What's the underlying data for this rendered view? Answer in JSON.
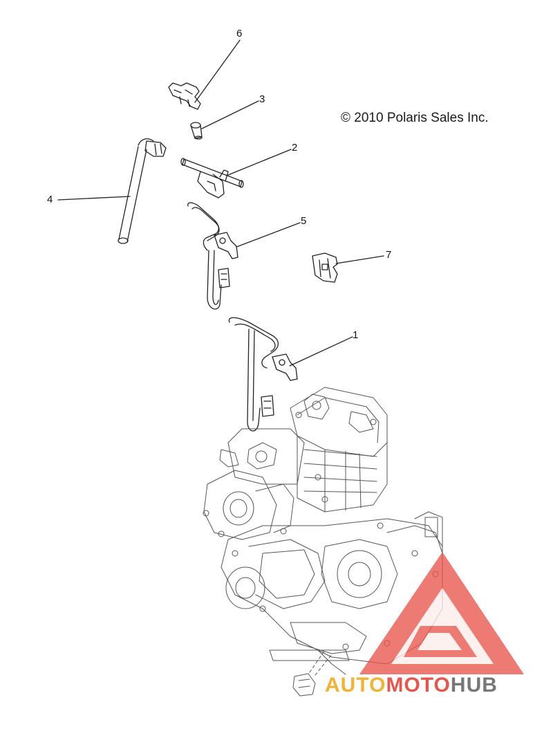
{
  "copyright": "© 2010 Polaris Sales Inc.",
  "callouts": [
    {
      "id": "1",
      "label": "1"
    },
    {
      "id": "2",
      "label": "2"
    },
    {
      "id": "3",
      "label": "3"
    },
    {
      "id": "4",
      "label": "4"
    },
    {
      "id": "5",
      "label": "5"
    },
    {
      "id": "6",
      "label": "6"
    },
    {
      "id": "7",
      "label": "7"
    }
  ],
  "watermark": {
    "part1": "AUTO",
    "part2": "MOTO",
    "part3": "HUB",
    "colors": {
      "auto": "#f2b233",
      "moto": "#e8554c",
      "hub": "#777777",
      "triangle": "#e8554c"
    }
  },
  "icons": [
    "exploded-parts-diagram",
    "logo-triangle-icon"
  ]
}
